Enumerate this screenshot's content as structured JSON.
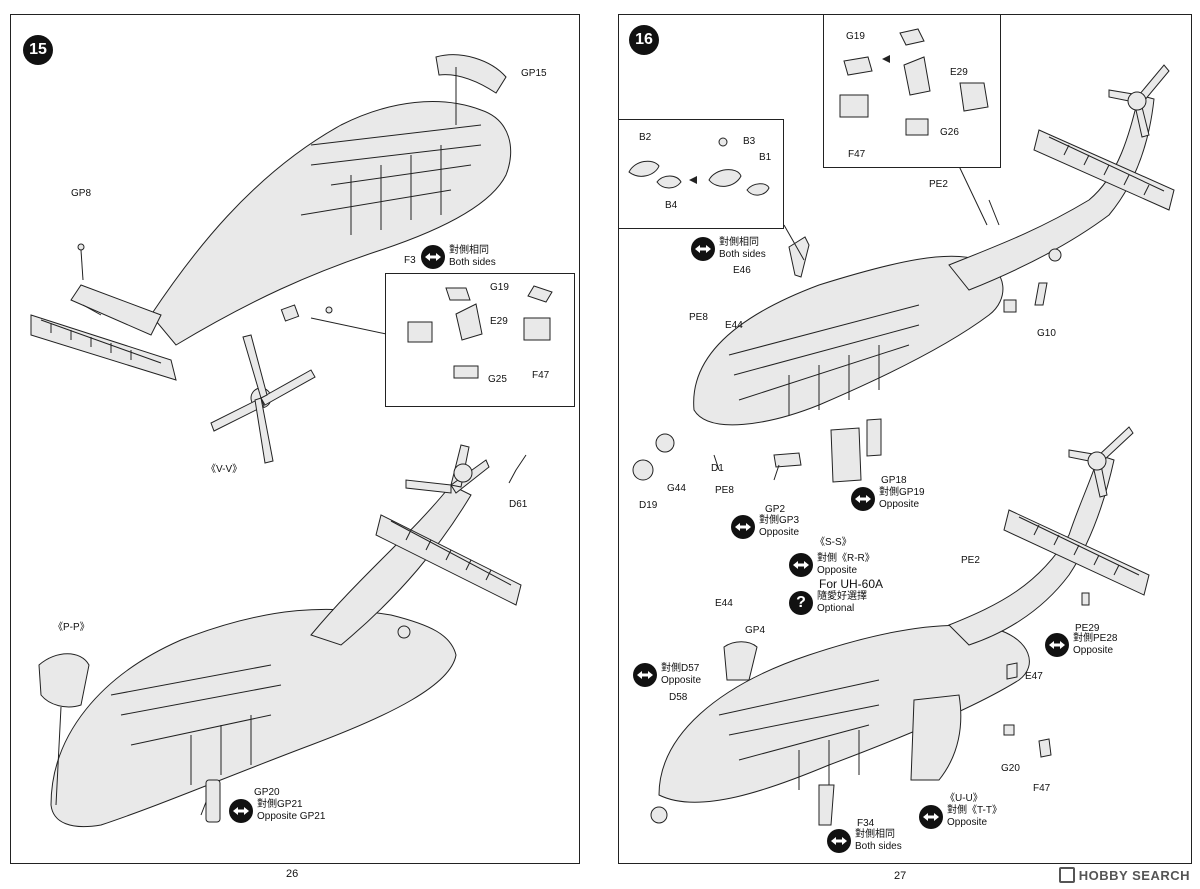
{
  "left_page": {
    "step": "15",
    "page_number": "26",
    "labels": {
      "gp15": "GP15",
      "gp8": "GP8",
      "f3": "F3",
      "vv": "《V-V》",
      "d61": "D61",
      "pp": "《P-P》",
      "gp20": "GP20",
      "g19": "G19",
      "e29": "E29",
      "f47": "F47",
      "g25": "G25"
    },
    "ann_f3": {
      "zh": "對側相同",
      "en": "Both sides"
    },
    "ann_gp21": {
      "zh": "對側GP21",
      "en": "Opposite GP21"
    }
  },
  "right_page": {
    "step": "16",
    "page_number": "27",
    "labels": {
      "g19": "G19",
      "e29": "E29",
      "f47": "F47",
      "g26": "G26",
      "b2": "B2",
      "b3": "B3",
      "b1": "B1",
      "b4": "B4",
      "pe2_top": "PE2",
      "e46": "E46",
      "pe8_top": "PE8",
      "e44_top": "E44",
      "g10": "G10",
      "d1": "D1",
      "pe8_bottom": "PE8",
      "d19": "D19",
      "g44": "G44",
      "gp2": "GP2",
      "gp18": "GP18",
      "ss": "《S-S》",
      "pe2_bottom": "PE2",
      "pe29": "PE29",
      "e44_bottom": "E44",
      "gp4": "GP4",
      "d58": "D58",
      "e47": "E47",
      "g20": "G20",
      "f47_bottom": "F47",
      "f34": "F34",
      "uu": "《U-U》"
    },
    "ann_both": {
      "zh": "對側相同",
      "en": "Both sides"
    },
    "ann_gp3": {
      "zh": "對側GP3",
      "en": "Opposite"
    },
    "ann_gp19": {
      "zh": "對側GP19",
      "en": "Opposite"
    },
    "ann_rr": {
      "zh": "對側《R-R》",
      "en": "Opposite"
    },
    "ann_uh60a": {
      "title": "For UH-60A",
      "zh": "隨愛好選擇",
      "en": "Optional"
    },
    "ann_pe28": {
      "zh": "對側PE28",
      "en": "Opposite"
    },
    "ann_d57": {
      "zh": "對側D57",
      "en": "Opposite"
    },
    "ann_tt": {
      "zh": "對側《T-T》",
      "en": "Opposite"
    },
    "ann_f34": {
      "zh": "對側相同",
      "en": "Both sides"
    }
  },
  "watermark": "HOBBY SEARCH"
}
